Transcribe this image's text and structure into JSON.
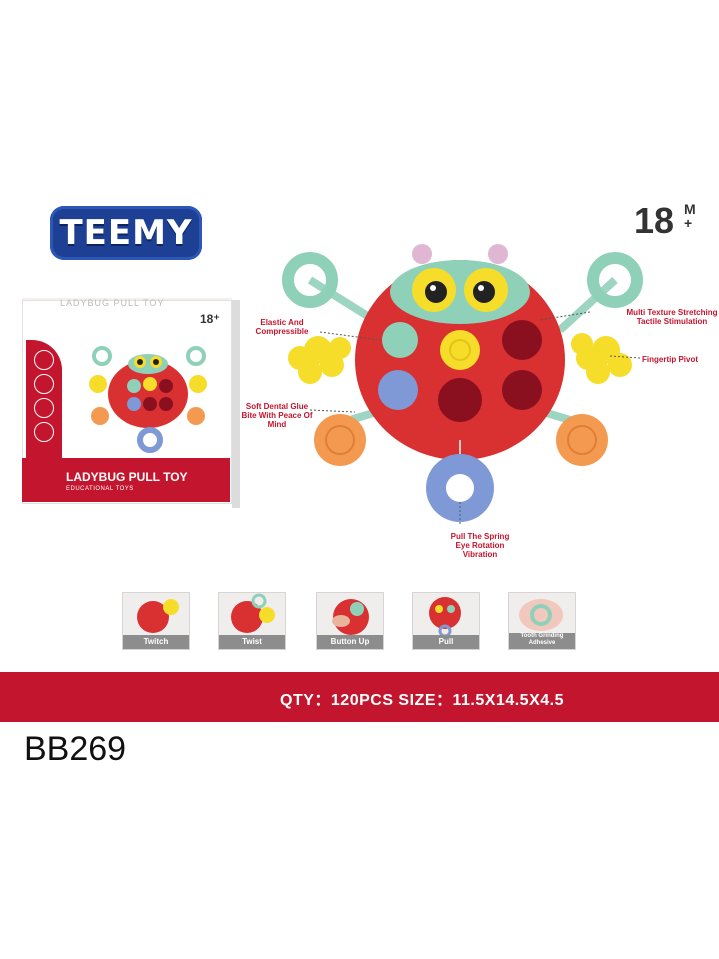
{
  "brand": {
    "logo_text": "TEEMY"
  },
  "age_badge": {
    "number": "18",
    "unit_top": "M",
    "unit_bottom": "+"
  },
  "package": {
    "top_label": "LADYBUG PULL TOY",
    "age": "18⁺",
    "title": "LADYBUG PULL TOY",
    "subtitle": "EDUCATIONAL TOYS"
  },
  "annotations": {
    "elastic": "Elastic And Compressible",
    "multi_texture": "Multi Texture Stretching Tactile Stimulation",
    "fingertip": "Fingertip Pivot",
    "soft_dental": "Soft Dental Glue Bite With Peace Of Mind",
    "pull_spring": "Pull The Spring Eye Rotation Vibration"
  },
  "steps": [
    {
      "label": "Twitch"
    },
    {
      "label": "Twist"
    },
    {
      "label": "Button Up"
    },
    {
      "label": "Pull"
    },
    {
      "label": "Tooth Grinding Adhesive"
    }
  ],
  "banner": {
    "text": "QTY：120PCS  SIZE：11.5X14.5X4.5"
  },
  "product_code": "BB269",
  "colors": {
    "brand_blue": "#1d3f94",
    "brand_red": "#c4152e",
    "toy_red": "#d93131",
    "mint": "#8fd1b8",
    "yellow": "#f6dd2a",
    "orange": "#f39a50",
    "blue": "#7e99d6"
  }
}
